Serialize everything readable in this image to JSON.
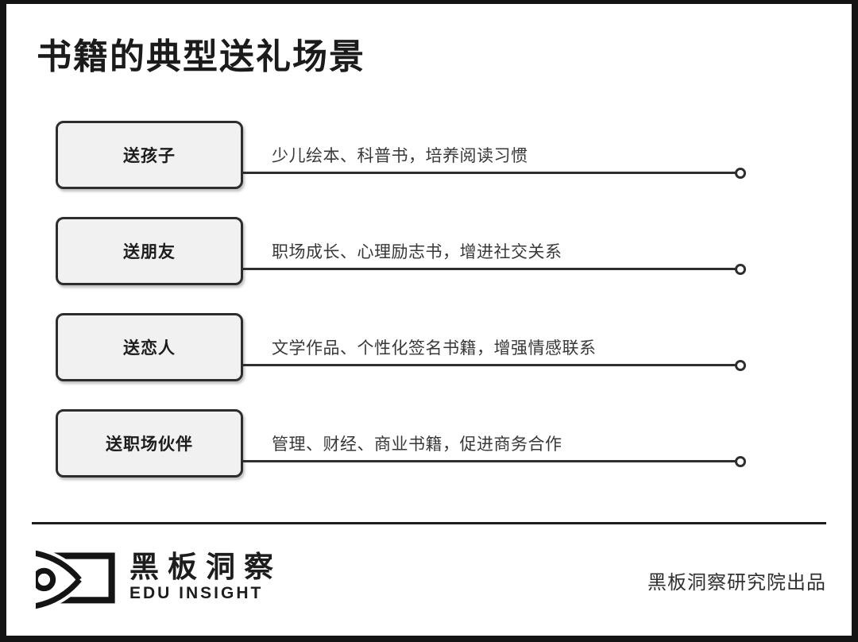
{
  "title": "书籍的典型送礼场景",
  "rows": [
    {
      "label": "送孩子",
      "desc": "少儿绘本、科普书，培养阅读习惯"
    },
    {
      "label": "送朋友",
      "desc": "职场成长、心理励志书，增进社交关系"
    },
    {
      "label": "送恋人",
      "desc": "文学作品、个性化签名书籍，增强情感联系"
    },
    {
      "label": "送职场伙伴",
      "desc": "管理、财经、商业书籍，促进商务合作"
    }
  ],
  "footer": {
    "logo_cn": "黑板洞察",
    "logo_en": "EDU INSIGHT",
    "credit": "黑板洞察研究院出品"
  },
  "colors": {
    "ink": "#1b1b1b",
    "box_fill": "#f1f1f1",
    "box_border": "#2d2d2d",
    "line": "#2e2e2e",
    "desc_text": "#383838",
    "background": "#ffffff",
    "frame": "#141414"
  }
}
